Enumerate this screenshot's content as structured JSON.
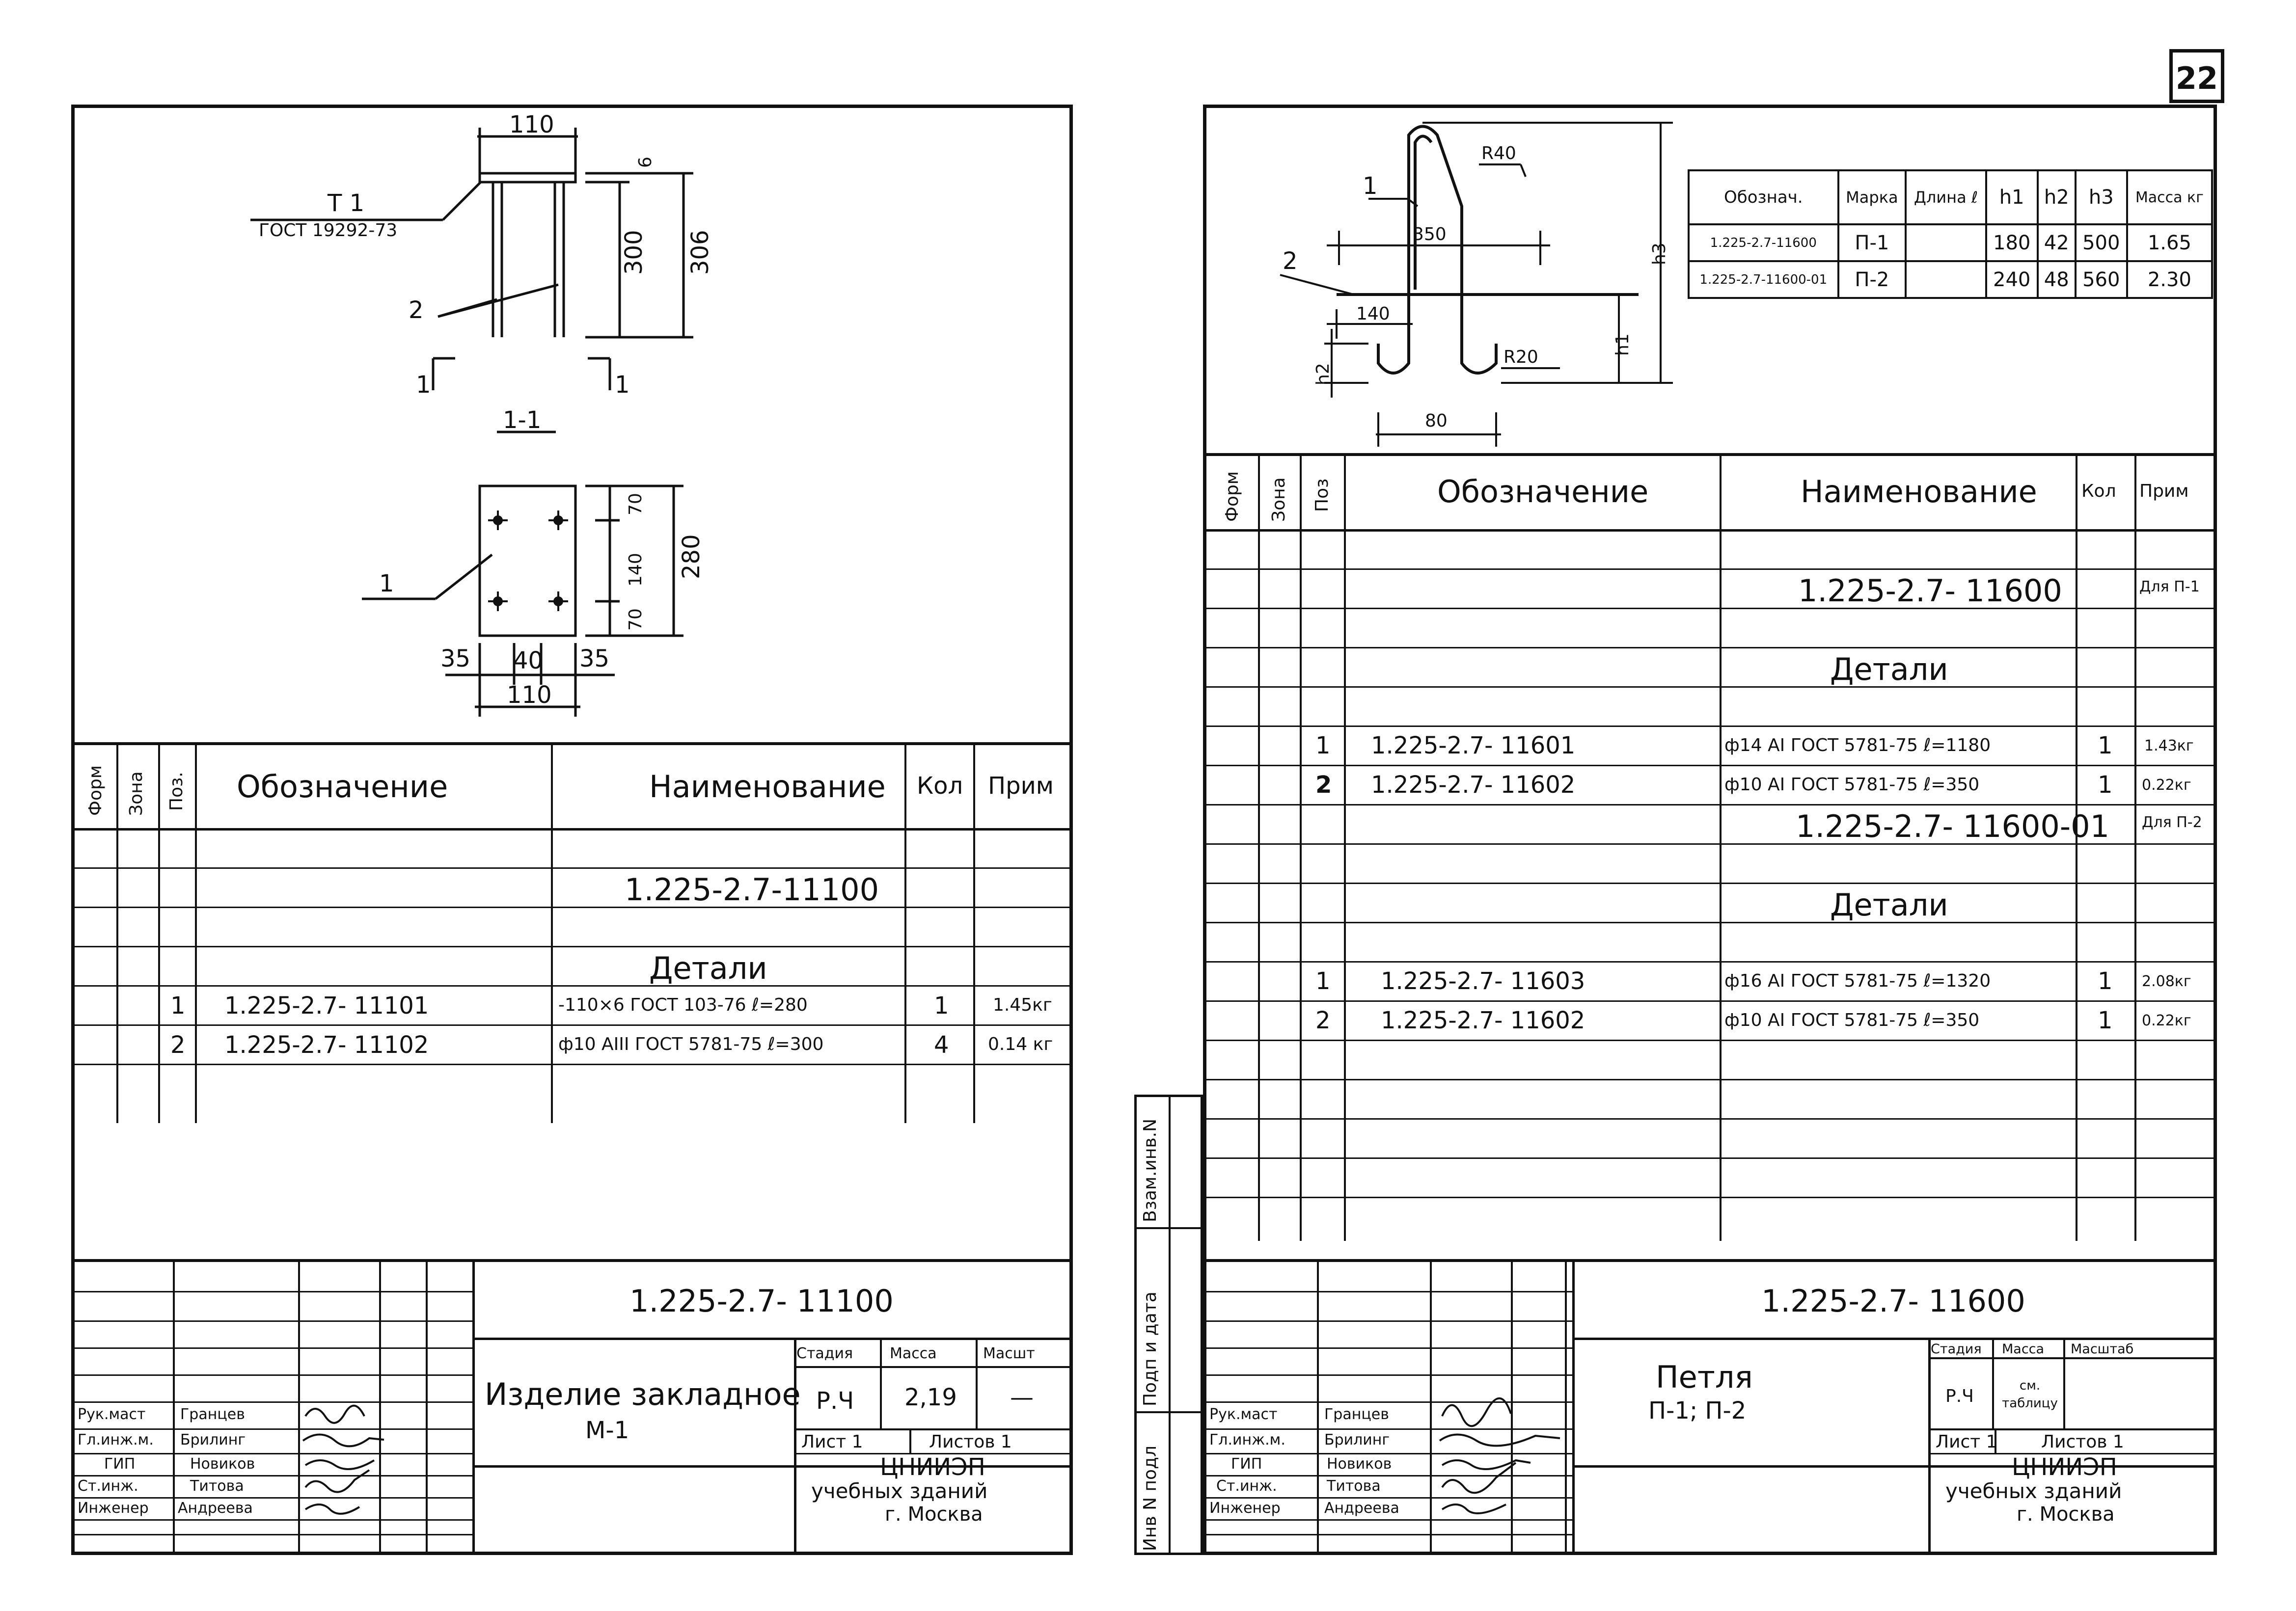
{
  "page_number": "22",
  "left": {
    "drawing": {
      "weld_mark": "T 1",
      "weld_standard": "ГОСТ 19292-73",
      "section_label": "1-1",
      "section_mark": "1",
      "callout_1": "1",
      "callout_2": "2",
      "dims": [
        "110",
        "6",
        "300",
        "306",
        "70",
        "140",
        "70",
        "280",
        "35",
        "40",
        "35",
        "110"
      ]
    },
    "spec": {
      "col_format": "Форм",
      "col_zone": "Зона",
      "col_pos": "Поз.",
      "col_designation": "Обозначение",
      "col_name": "Наименование",
      "col_qty": "Кол",
      "col_note": "Прим",
      "assembly": "1.225-2.7-11100",
      "section": "Детали",
      "rows": [
        {
          "pos": "1",
          "designation": "1.225-2.7- 11101",
          "name": "-110×6 ГОСТ 103-76 ℓ=280",
          "qty": "1",
          "note": "1.45кг"
        },
        {
          "pos": "2",
          "designation": "1.225-2.7- 11102",
          "name": "ф10 АIII ГОСТ 5781-75 ℓ=300",
          "qty": "4",
          "note": "0.14 кг"
        }
      ]
    },
    "title_block": {
      "doc_number": "1.225-2.7- 11100",
      "title": "Изделие закладное",
      "subtitle": "М-1",
      "stage_label": "Стадия",
      "mass_label": "Масса",
      "scale_label": "Масшт",
      "stage": "Р.Ч",
      "mass": "2,19",
      "scale": "—",
      "sheet_label": "Лист 1",
      "sheets_label": "Листов 1",
      "org_line1": "ЦНИИЭП",
      "org_line2": "учебных зданий",
      "org_line3": "г. Москва",
      "people": [
        {
          "role": "Рук.маст",
          "name": "Гранцев"
        },
        {
          "role": "Гл.инж.м.",
          "name": "Брилинг"
        },
        {
          "role": "ГИП",
          "name": "Новиков"
        },
        {
          "role": "Ст.инж.",
          "name": "Титова"
        },
        {
          "role": "Инженер",
          "name": "Андреева"
        }
      ]
    }
  },
  "right": {
    "side_labels": [
      "Взам.инв.N",
      "Подп и дата",
      "Инв N подл"
    ],
    "drawing": {
      "callout_1": "1",
      "callout_2": "2",
      "dims": [
        "R40",
        "350",
        "140",
        "R20",
        "80",
        "h3",
        "h1",
        "h2"
      ]
    },
    "param_table": {
      "headers": [
        "Обознач.",
        "Марка",
        "Длина ℓ",
        "h1",
        "h2",
        "h3",
        "Масса кг"
      ],
      "rows": [
        [
          "1.225-2.7-11600",
          "П-1",
          "",
          "180",
          "42",
          "500",
          "1.65"
        ],
        [
          "1.225-2.7-11600-01",
          "П-2",
          "",
          "240",
          "48",
          "560",
          "2.30"
        ]
      ]
    },
    "spec": {
      "col_format": "Форм",
      "col_zone": "Зона",
      "col_pos": "Поз",
      "col_designation": "Обозначение",
      "col_name": "Наименование",
      "col_qty": "Кол",
      "col_note": "Прим",
      "assembly_1": "1.225-2.7- 11600",
      "note_1": "Для П-1",
      "section_1": "Детали",
      "rows_1": [
        {
          "pos": "1",
          "designation": "1.225-2.7- 11601",
          "name": "ф14 АI ГОСТ 5781-75 ℓ=1180",
          "qty": "1",
          "note": "1.43кг"
        },
        {
          "pos": "2",
          "designation": "1.225-2.7- 11602",
          "name": "ф10 АI ГОСТ 5781-75 ℓ=350",
          "qty": "1",
          "note": "0.22кг"
        }
      ],
      "assembly_2": "1.225-2.7- 11600-01",
      "note_2": "Для П-2",
      "section_2": "Детали",
      "rows_2": [
        {
          "pos": "1",
          "designation": "1.225-2.7- 11603",
          "name": "ф16 АI ГОСТ 5781-75 ℓ=1320",
          "qty": "1",
          "note": "2.08кг"
        },
        {
          "pos": "2",
          "designation": "1.225-2.7- 11602",
          "name": "ф10 АI ГОСТ 5781-75 ℓ=350",
          "qty": "1",
          "note": "0.22кг"
        }
      ]
    },
    "title_block": {
      "doc_number": "1.225-2.7- 11600",
      "title": "Петля",
      "subtitle": "П-1; П-2",
      "stage_label": "Стадия",
      "mass_label": "Масса",
      "scale_label": "Масштаб",
      "stage": "Р.Ч",
      "mass": "см. таблицу",
      "sheet_label": "Лист 1",
      "sheets_label": "Листов 1",
      "org_line1": "ЦНИИЭП",
      "org_line2": "учебных зданий",
      "org_line3": "г. Москва",
      "people": [
        {
          "role": "Рук.маст",
          "name": "Гранцев"
        },
        {
          "role": "Гл.инж.м.",
          "name": "Брилинг"
        },
        {
          "role": "ГИП",
          "name": "Новиков"
        },
        {
          "role": "Ст.инж.",
          "name": "Титова"
        },
        {
          "role": "Инженер",
          "name": "Андреева"
        }
      ]
    }
  }
}
